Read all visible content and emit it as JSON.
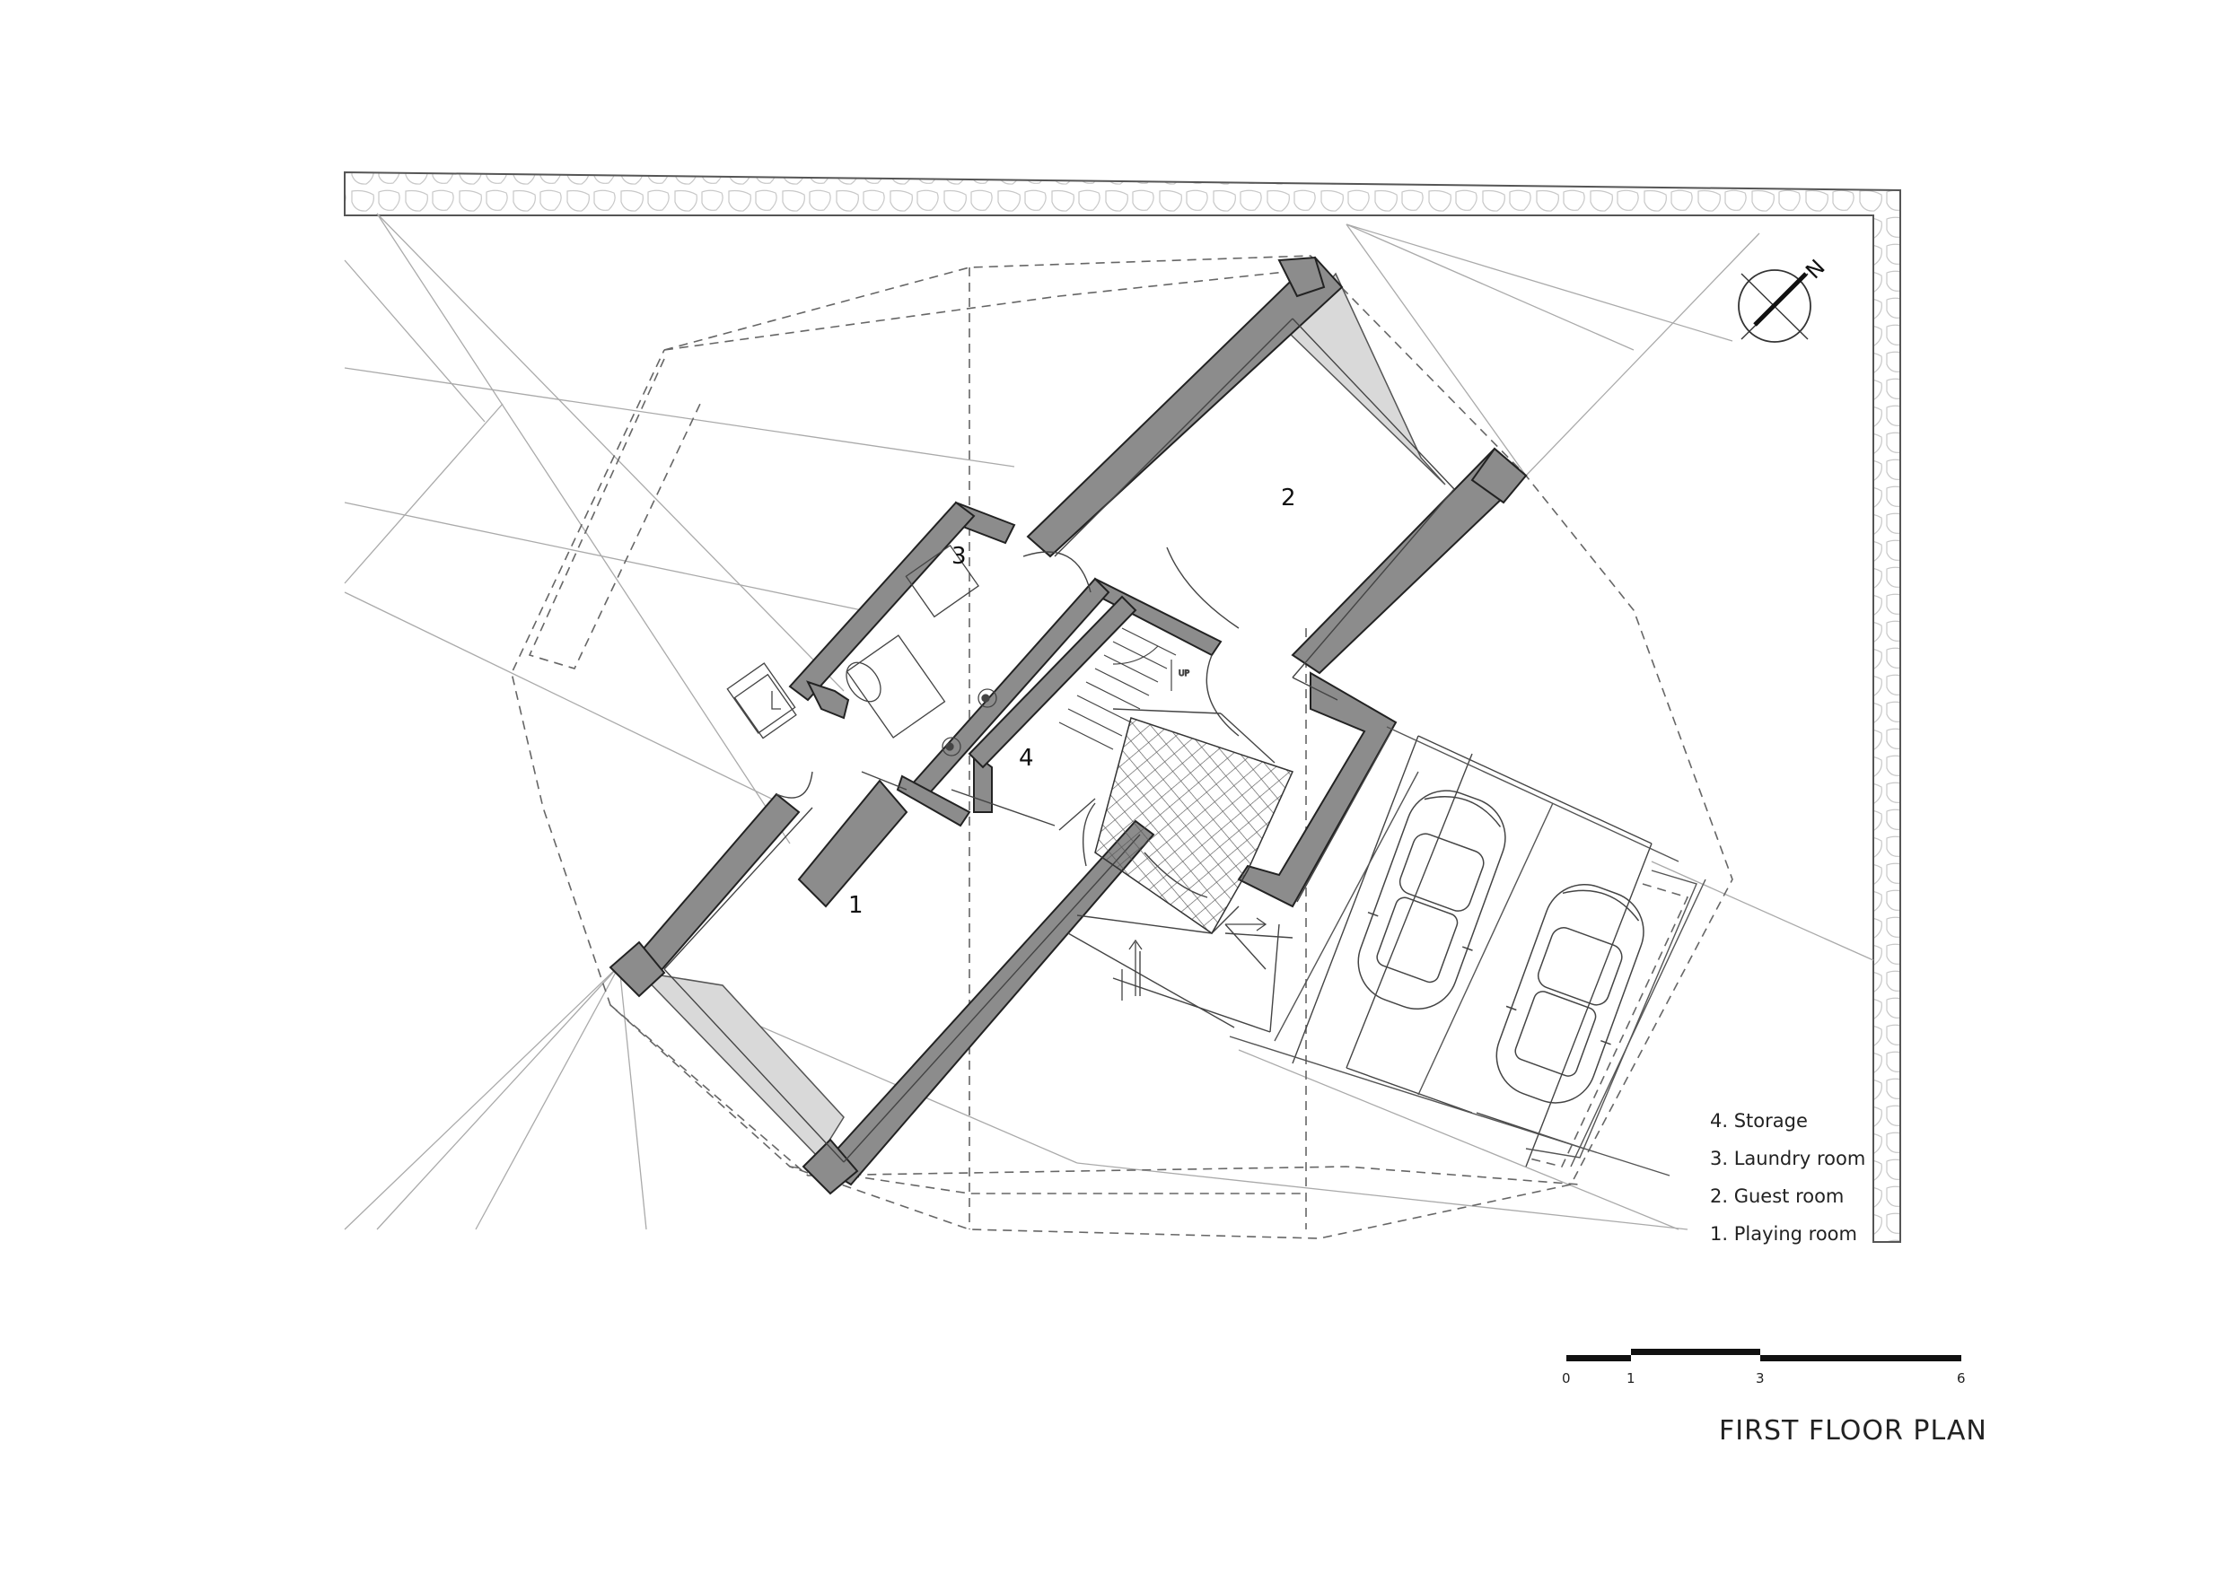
{
  "title": "FIRST FLOOR PLAN",
  "rooms": [
    {
      "number": "1"
    },
    {
      "number": "2"
    },
    {
      "number": "3"
    },
    {
      "number": "4"
    }
  ],
  "legend": [
    "4. Storage",
    "3. Laundry room",
    "2. Guest room",
    "1. Playing room"
  ],
  "scale_bar": {
    "ticks": [
      "0",
      "1",
      "3",
      "6"
    ]
  },
  "north_label": "N",
  "stair_label": "UP",
  "colors": {
    "wall_fill": "#8c8c8c",
    "glazing_fill": "#d9d9d9",
    "line": "#333333"
  }
}
